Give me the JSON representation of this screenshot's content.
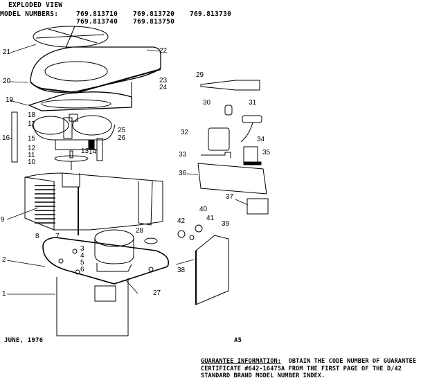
{
  "header": {
    "title": "EXPLODED VIEW",
    "model_label": "MODEL NUMBERS:",
    "model_numbers": [
      "769.813710",
      "769.813720",
      "769.813730",
      "769.813740",
      "769.813750"
    ]
  },
  "callouts": {
    "c1": "1",
    "c2": "2",
    "c3": "3",
    "c4": "4",
    "c5": "5",
    "c6": "6",
    "c7": "7",
    "c8": "8",
    "c9": "9",
    "c10": "10",
    "c11": "11",
    "c12": "12",
    "c13": "13",
    "c14": "14",
    "c15": "15",
    "c16": "16",
    "c17": "17",
    "c18": "18",
    "c19": "19",
    "c20": "20",
    "c21": "21",
    "c22": "22",
    "c23": "23",
    "c24": "24",
    "c25": "25",
    "c26": "26",
    "c27": "27",
    "c28": "28",
    "c29": "29",
    "c30": "30",
    "c31": "31",
    "c32": "32",
    "c33": "33",
    "c34": "34",
    "c35": "35",
    "c36": "36",
    "c37": "37",
    "c38": "38",
    "c39": "39",
    "c40": "40",
    "c41": "41",
    "c42": "42"
  },
  "footer": {
    "date": "JUNE, 1976",
    "page": "A5"
  },
  "guarantee": {
    "heading": "GUARANTEE INFORMATION:",
    "text": "OBTAIN THE CODE NUMBER OF GUARANTEE CERTIFICATE #642-16475A FROM THE FIRST PAGE OF THE D/42 STANDARD BRAND MODEL NUMBER INDEX."
  }
}
